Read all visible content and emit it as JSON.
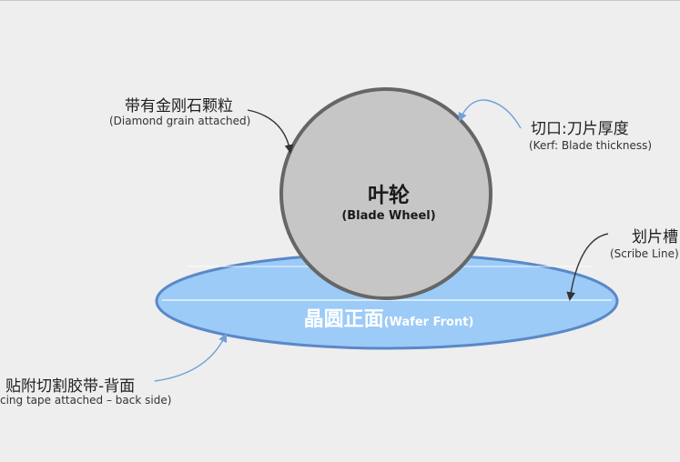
{
  "wheel": {
    "title_zh": "叶轮",
    "title_en": "(Blade Wheel)"
  },
  "wafer": {
    "title_zh": "晶圆正面",
    "title_en": "(Wafer Front)"
  },
  "labels": {
    "diamond_zh": "带有金刚石颗粒",
    "diamond_en": "(Diamond grain attached)",
    "kerf_zh": "切口:刀片厚度",
    "kerf_en": "(Kerf: Blade thickness)",
    "scribe_zh": "划片槽",
    "scribe_en": "(Scribe Line)",
    "tape_zh": "贴附切割胶带-背面",
    "tape_en": "cing tape attached – back side)"
  },
  "colors": {
    "background": "#eeeeee",
    "wafer_fill": "#9ccbf7",
    "wafer_stroke": "#5a88c8",
    "wheel_fill": "#c6c6c6",
    "wheel_stroke": "#666666",
    "arrow_dark": "#333333",
    "arrow_blue": "#6fa1d8"
  }
}
